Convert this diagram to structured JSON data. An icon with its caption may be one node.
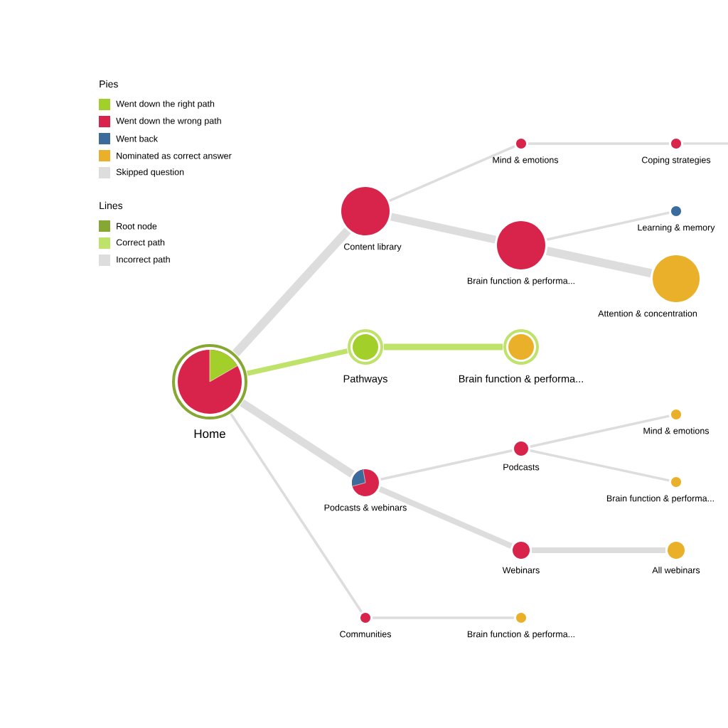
{
  "diagram": {
    "nodes": [
      {
        "text": [
          "Home"
        ]
      },
      {
        "text": [
          "Content library"
        ]
      },
      {
        "text": [
          "Mind & emotions"
        ]
      },
      {
        "text": [
          "Coping strategies"
        ]
      },
      {
        "text": [
          "Brain function & performa..."
        ]
      },
      {
        "text": [
          "Learning & memory"
        ]
      },
      {
        "text": [
          "Attention & concentration"
        ]
      },
      {
        "text": [
          "Pathways"
        ]
      },
      {
        "text": [
          "Brain function & performa..."
        ]
      },
      {
        "text": [
          "Podcasts & webinars"
        ]
      },
      {
        "text": [
          "Podcasts"
        ]
      },
      {
        "text": [
          "Mind & emotions"
        ]
      },
      {
        "text": [
          "Brain function & performa..."
        ]
      },
      {
        "text": [
          "Webinars"
        ]
      },
      {
        "text": [
          "All webinars"
        ]
      },
      {
        "text": [
          "Communities"
        ]
      },
      {
        "text": [
          "Brain function & performa..."
        ]
      }
    ],
    "edges": [
      {
        "from": 0,
        "to": 1,
        "arrow": "none",
        "style": "thick"
      },
      {
        "from": 1,
        "to": 2,
        "arrow": "none"
      },
      {
        "from": 2,
        "to": 3,
        "arrow": "none"
      },
      {
        "from": 3,
        "to": null,
        "arrow": "none"
      },
      {
        "from": 1,
        "to": 4,
        "arrow": "none",
        "style": "thick"
      },
      {
        "from": 4,
        "to": 5,
        "arrow": "none"
      },
      {
        "from": 4,
        "to": 6,
        "arrow": "none",
        "style": "thick"
      },
      {
        "from": 0,
        "to": 7,
        "arrow": "none",
        "style": "thick",
        "color": "#bfe36a"
      },
      {
        "from": 7,
        "to": 8,
        "arrow": "none",
        "style": "thick",
        "color": "#bfe36a"
      },
      {
        "from": 0,
        "to": 9,
        "arrow": "none",
        "style": "thick"
      },
      {
        "from": 9,
        "to": 10,
        "arrow": "none"
      },
      {
        "from": 10,
        "to": 11,
        "arrow": "none"
      },
      {
        "from": 10,
        "to": 12,
        "arrow": "none"
      },
      {
        "from": 9,
        "to": 13,
        "arrow": "none",
        "style": "thick"
      },
      {
        "from": 13,
        "to": 14,
        "arrow": "none",
        "style": "thick"
      },
      {
        "from": 0,
        "to": 15,
        "arrow": "none"
      },
      {
        "from": 15,
        "to": 16,
        "arrow": "none"
      }
    ],
    "labels": [
      "Pies",
      "Lines"
    ],
    "legend": [
      {
        "text": "Went down the right path",
        "color": "#a3cf2a"
      },
      {
        "text": "Went down the wrong path",
        "color": "#d8234a"
      },
      {
        "text": "Went back",
        "color": "#3b6c9b"
      },
      {
        "text": "Nominated as correct answer",
        "color": "#ebb02a"
      },
      {
        "text": "Skipped question",
        "color": "#dddddd"
      },
      {
        "text": "Root node",
        "color": "#86a832"
      },
      {
        "text": "Correct path",
        "color": "#bfe36a"
      },
      {
        "text": "Incorrect path",
        "color": "#dddddd"
      }
    ]
  }
}
